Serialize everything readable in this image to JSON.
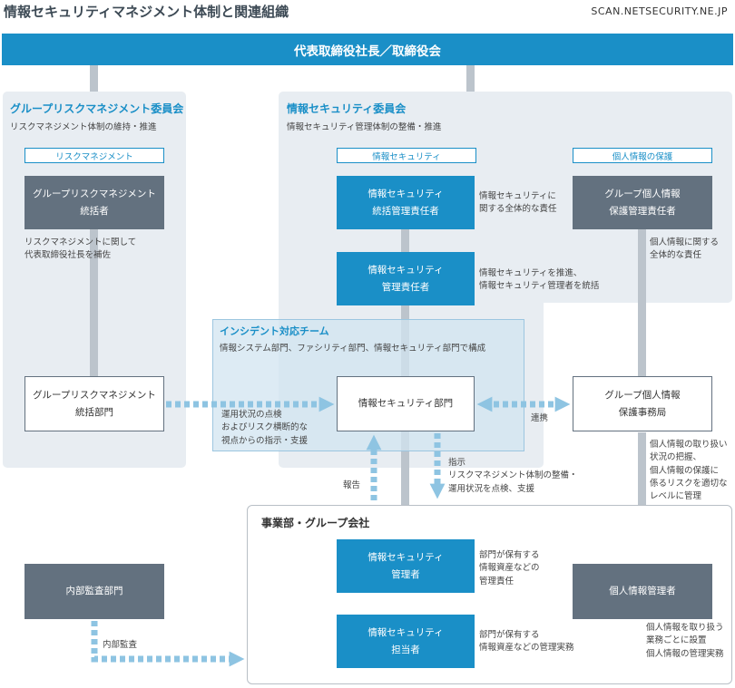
{
  "header": {
    "title": "情報セキュリティマネジメント体制と関連組織",
    "source": "SCAN.NETSECURITY.NE.JP"
  },
  "top_bar": {
    "label": "代表取締役社長／取締役会"
  },
  "group_risk_committee": {
    "title": "グループリスクマネジメント委員会",
    "subtitle": "リスクマネジメント体制の維持・推進",
    "tag": "リスクマネジメント",
    "leader_box": "グループリスクマネジメント\n統括者",
    "leader_note": "リスクマネジメントに関して\n代表取締役社長を補佐",
    "dept_box": "グループリスクマネジメント\n統括部門"
  },
  "infosec_committee": {
    "title": "情報セキュリティ委員会",
    "subtitle": "情報セキュリティ管理体制の整備・推進",
    "tag_security": "情報セキュリティ",
    "tag_privacy": "個人情報の保護",
    "chief_box": "情報セキュリティ\n統括管理責任者",
    "chief_note": "情報セキュリティに\n関する全体的な責任",
    "manager_box": "情報セキュリティ\n管理責任者",
    "manager_note": "情報セキュリティを推進、\n情報セキュリティ管理者を統括",
    "privacy_box": "グループ個人情報\n保護管理責任者",
    "privacy_note": "個人情報に関する\n全体的な責任"
  },
  "incident_team": {
    "title": "インシデント対応チーム",
    "subtitle": "情報システム部門、ファシリティ部門、情報セキュリティ部門で構成",
    "security_dept_box": "情報セキュリティ部門"
  },
  "links": {
    "risk_to_security": "運用状況の点検\nおよびリスク横断的な\n視点からの指示・支援",
    "security_privacy": "連携",
    "report": "報告",
    "instruction": "指示\nリスクマネジメント体制の整備・\n運用状況を点検、支援",
    "audit": "内部監査"
  },
  "privacy_office": {
    "box": "グループ個人情報\n保護事務局",
    "note": "個人情報の取り扱い\n状況の把握、\n個人情報の保護に\n係るリスクを適切な\nレベルに管理"
  },
  "business_units": {
    "title": "事業部・グループ会社",
    "manager_box": "情報セキュリティ\n管理者",
    "manager_note": "部門が保有する\n情報資産などの\n管理責任",
    "staff_box": "情報セキュリティ\n担当者",
    "staff_note": "部門が保有する\n情報資産などの管理実務",
    "privacy_manager_box": "個人情報管理者",
    "privacy_manager_note": "個人情報を取り扱う\n業務ごとに設置\n個人情報の管理実務"
  },
  "audit_dept": {
    "box": "内部監査部門"
  },
  "colors": {
    "accent": "#1a8fc7",
    "dark_box": "#63717f",
    "panel": "#e8edf2",
    "arrow": "#8ec4e2"
  }
}
